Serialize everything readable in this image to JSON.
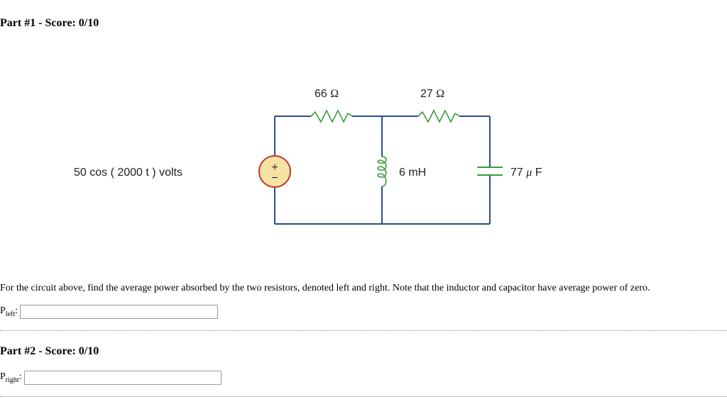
{
  "parts": [
    {
      "title": "Part #1 - Score: 0/10"
    },
    {
      "title": "Part #2 - Score: 0/10"
    }
  ],
  "circuit": {
    "source_label": "50 cos ( 2000 t ) volts",
    "r_left_value": "66 ",
    "r_right_value": "27 ",
    "ohm_symbol": "Ω",
    "inductor_label": "6 mH",
    "capacitor_value": "77 ",
    "mu_symbol": "μ",
    "capacitor_unit": " F",
    "source_plus": "+",
    "source_minus": "−",
    "colors": {
      "wire": "#2a4d8c",
      "resistor": "#3a9a3a",
      "source_fill": "#f6e3a4",
      "source_stroke": "#c0392b",
      "capacitor": "#3a9a3a",
      "inductor": "#3a9a3a"
    }
  },
  "question": "For the circuit above, find the average power absorbed by the two resistors, denoted left and right. Note that the inductor and capacitor have average power of zero.",
  "answers": {
    "left": {
      "label": "P",
      "sub": "left",
      "suffix": ":",
      "value": ""
    },
    "right": {
      "label": "P",
      "sub": "right",
      "suffix": ":",
      "value": ""
    }
  }
}
